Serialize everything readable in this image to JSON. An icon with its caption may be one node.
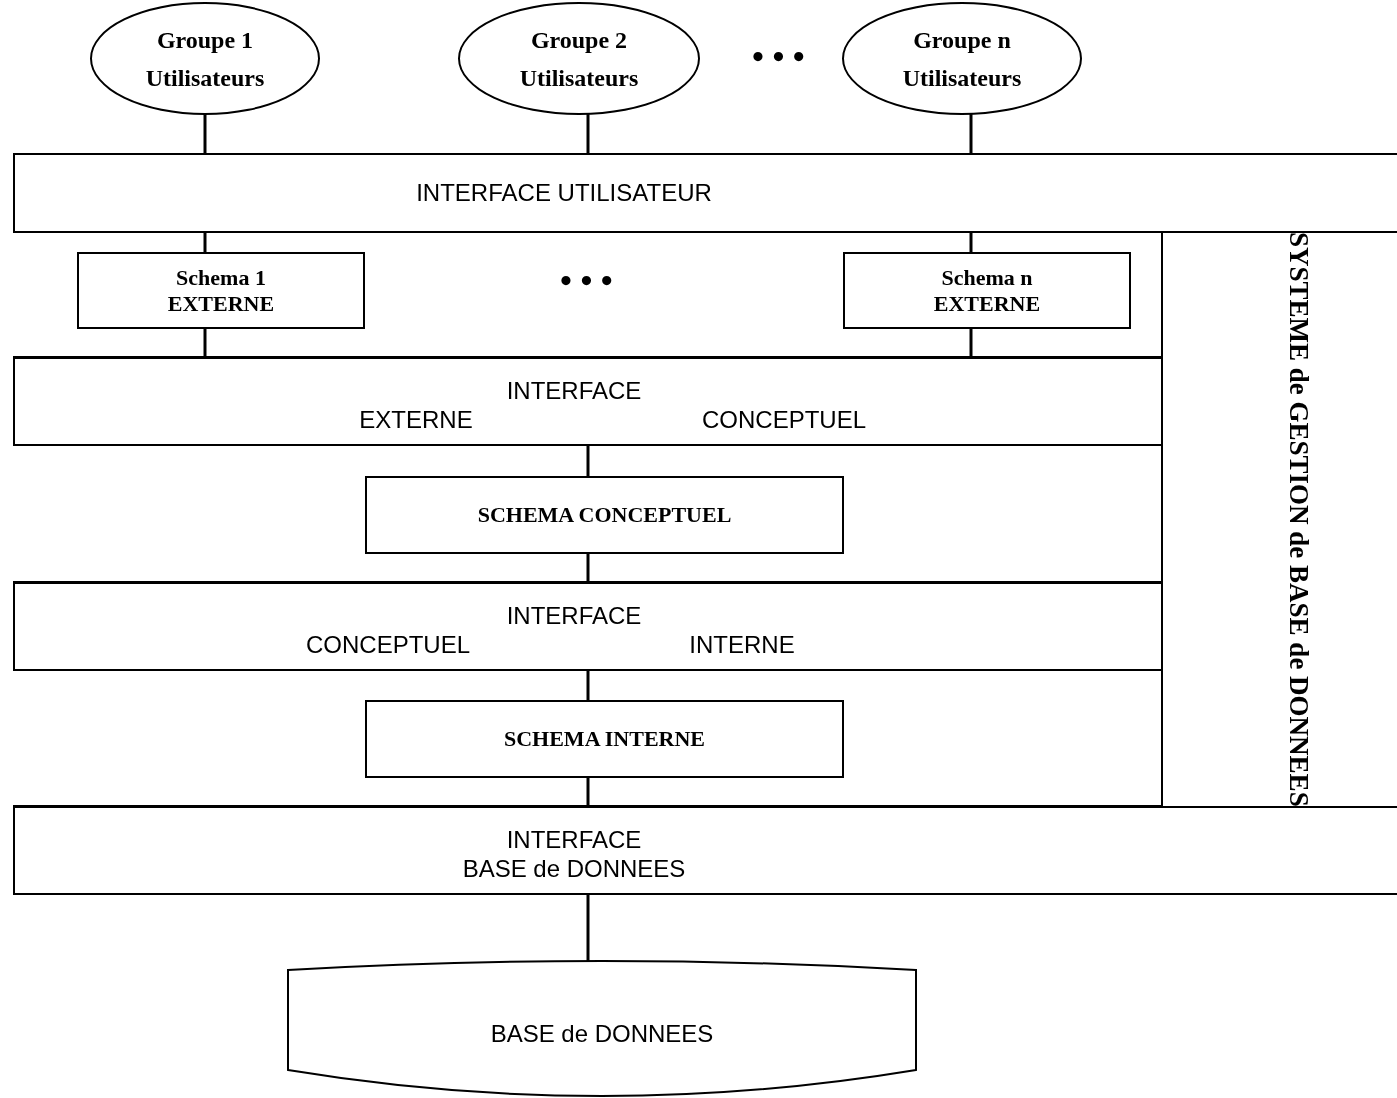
{
  "diagram": {
    "nodes": [
      {
        "text": [
          "Groupe 1 Utilisateurs"
        ]
      },
      {
        "text": [
          "Groupe 2 Utilisateurs"
        ]
      },
      {
        "text": [
          "Groupe n Utilisateurs"
        ]
      },
      {
        "text": [
          "INTERFACE UTILISATEUR"
        ]
      },
      {
        "text": [
          "Schema 1 EXTERNE"
        ]
      },
      {
        "text": [
          "Schema n EXTERNE"
        ]
      },
      {
        "text": [
          "INTERFACE",
          "EXTERNE",
          "CONCEPTUEL"
        ]
      },
      {
        "text": [
          "SCHEMA CONCEPTUEL"
        ]
      },
      {
        "text": [
          "INTERFACE",
          "CONCEPTUEL",
          "INTERNE"
        ]
      },
      {
        "text": [
          "SCHEMA INTERNE"
        ]
      },
      {
        "text": [
          "INTERFACE",
          "BASE de DONNEES"
        ]
      },
      {
        "text": [
          "BASE de DONNEES"
        ]
      }
    ],
    "edges": [
      {
        "from": 0,
        "to": 3,
        "arrow": "none"
      },
      {
        "from": 1,
        "to": 3,
        "arrow": "none"
      },
      {
        "from": 2,
        "to": 3,
        "arrow": "none"
      },
      {
        "from": 3,
        "to": 4,
        "arrow": "none"
      },
      {
        "from": 3,
        "to": 5,
        "arrow": "none"
      },
      {
        "from": 4,
        "to": 6,
        "arrow": "none"
      },
      {
        "from": 5,
        "to": 6,
        "arrow": "none"
      },
      {
        "from": 6,
        "to": 7,
        "arrow": "none"
      },
      {
        "from": 7,
        "to": 8,
        "arrow": "none"
      },
      {
        "from": 8,
        "to": 9,
        "arrow": "none"
      },
      {
        "from": 9,
        "to": 10,
        "arrow": "none"
      },
      {
        "from": 10,
        "to": 11,
        "arrow": "none"
      }
    ],
    "labels": [
      "• • •",
      "• • •",
      "SYSTEME de GESTION de BASE de DONNEES"
    ]
  }
}
